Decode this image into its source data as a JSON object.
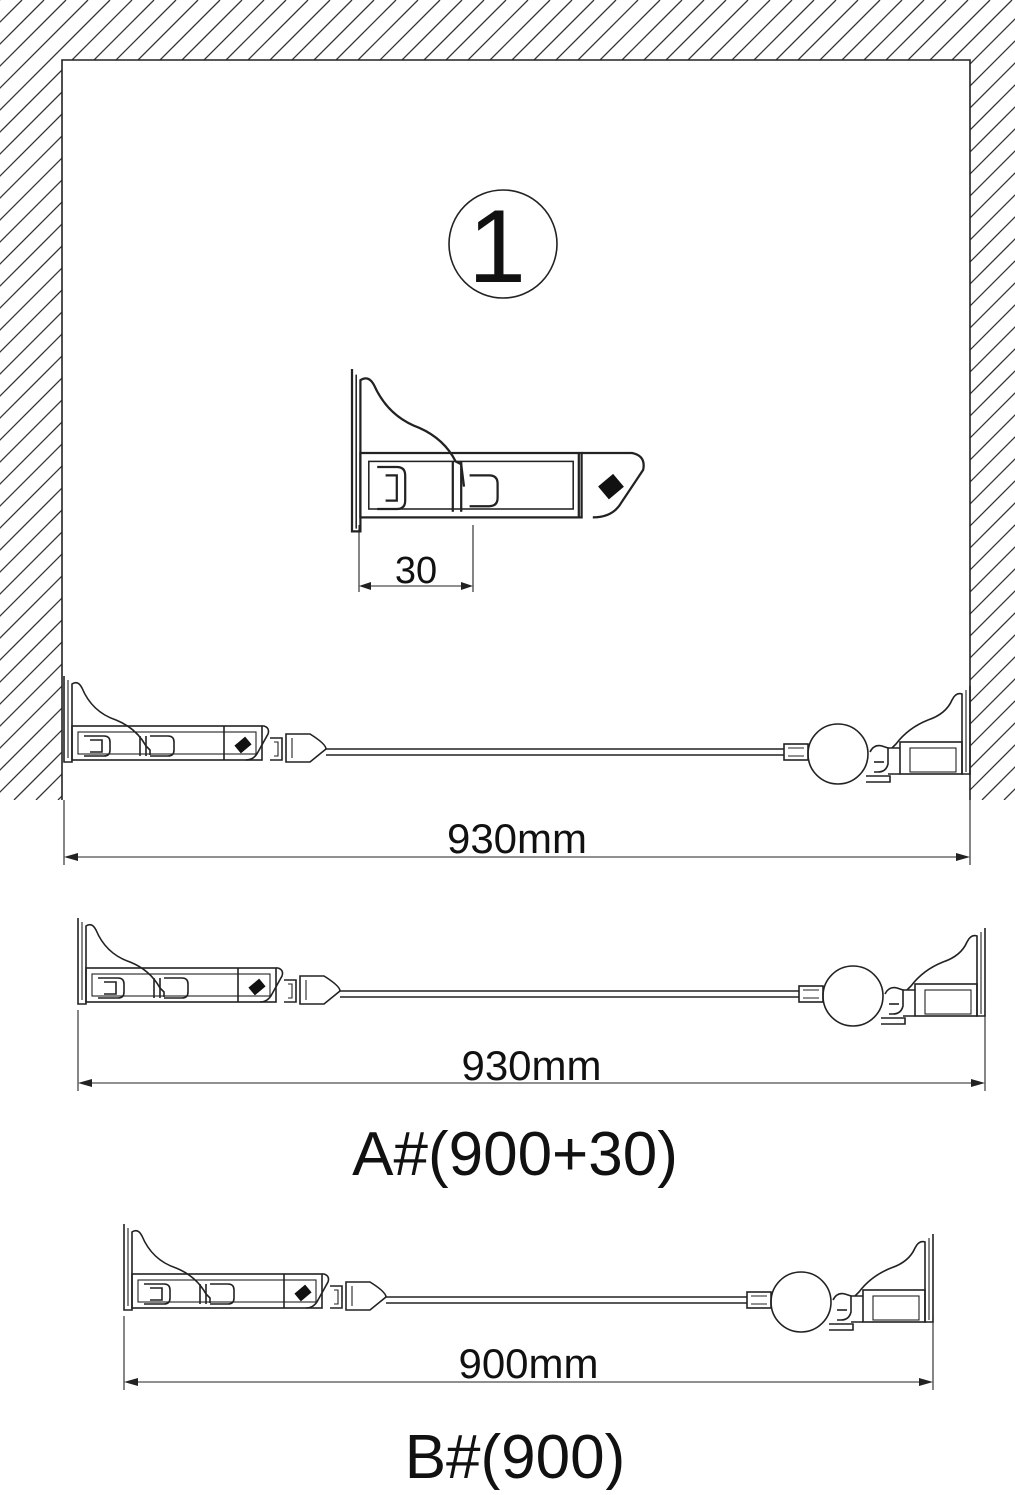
{
  "step_marker": "1",
  "detail": {
    "dimension": "30"
  },
  "layouts": [
    {
      "id": "installed",
      "dimension": "930mm",
      "caption": ""
    },
    {
      "id": "a",
      "dimension": "930mm",
      "caption": "A#(900+30)"
    },
    {
      "id": "b",
      "dimension": "900mm",
      "caption": "B#(900)"
    }
  ],
  "colors": {
    "line": "#222222",
    "background": "#ffffff",
    "seal": "#111111"
  }
}
